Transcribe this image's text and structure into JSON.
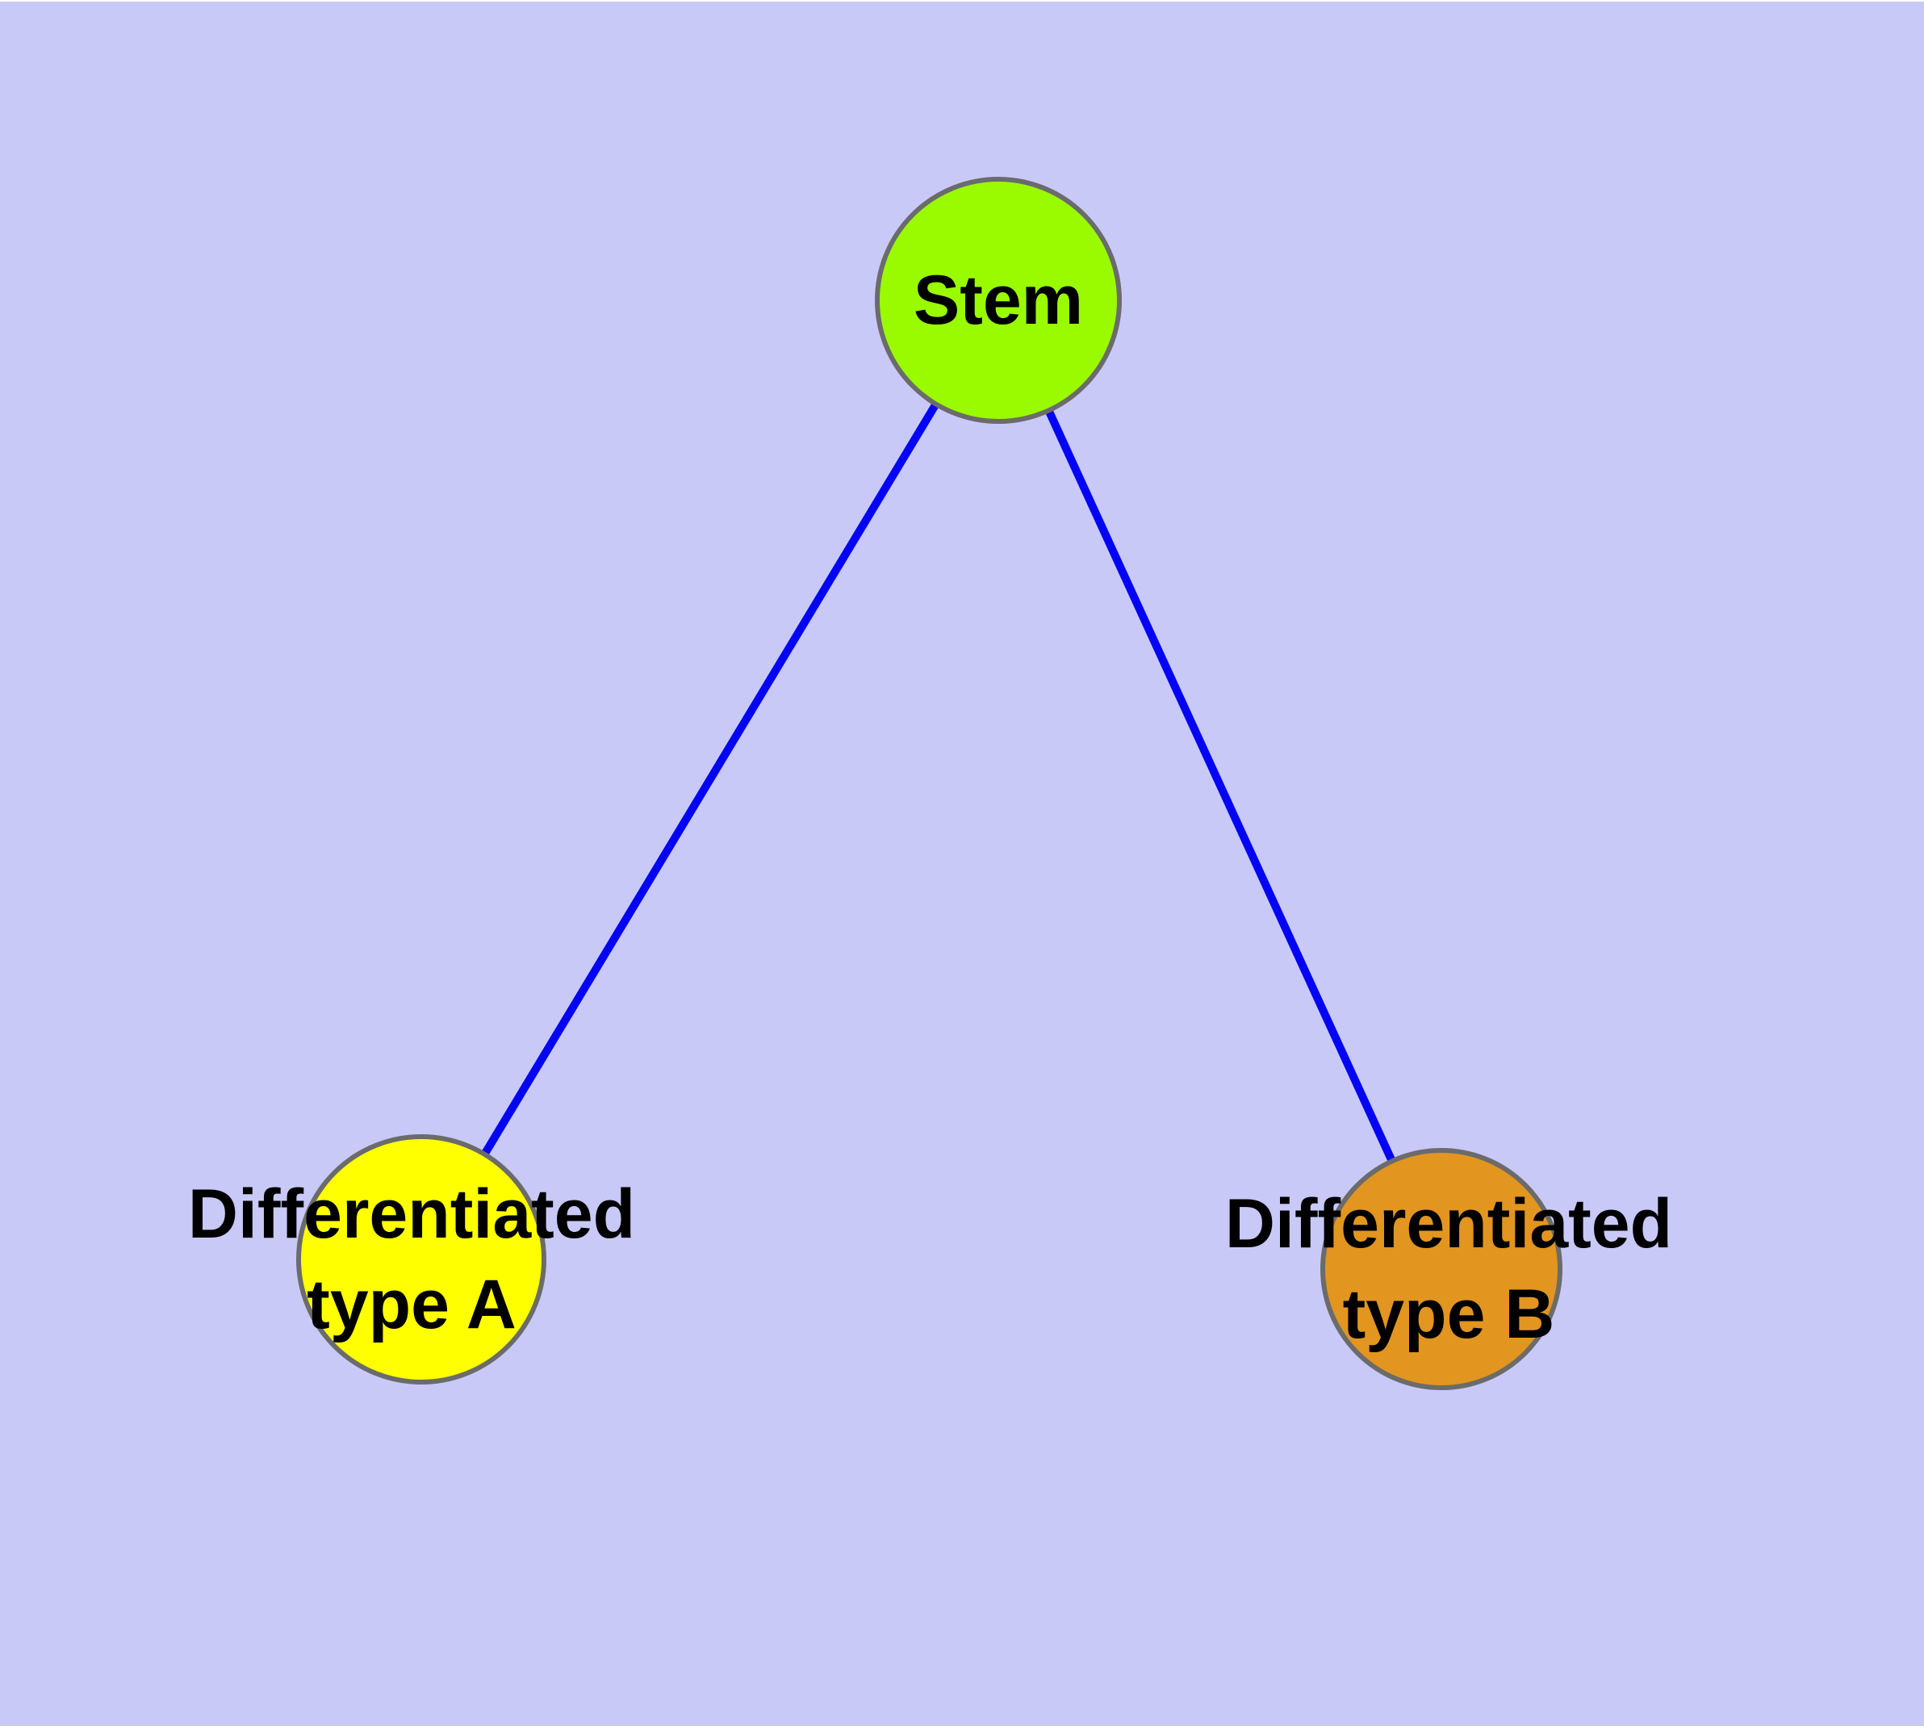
{
  "diagram": {
    "title": "",
    "background_color": "#c9c9f8",
    "top_border_color": "#ffffff",
    "edge_color": "#0404f5",
    "node_border_color": "#6b6b6b",
    "label_color": "#000000",
    "nodes": [
      {
        "id": "stem",
        "label": "Stem",
        "color": "#9afb00"
      },
      {
        "id": "type-a",
        "label": "Differentiated\ntype A",
        "color": "#ffff00"
      },
      {
        "id": "type-b",
        "label": "Differentiated\ntype B",
        "color": "#e2951f"
      }
    ],
    "edges": [
      {
        "from": "Stem",
        "to": "Differentiated type A"
      },
      {
        "from": "Stem",
        "to": "Differentiated type B"
      }
    ]
  }
}
